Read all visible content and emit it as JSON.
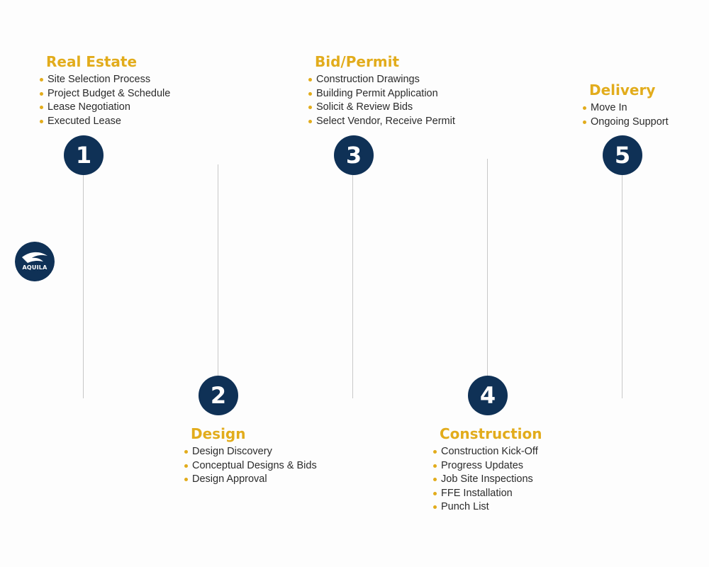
{
  "colors": {
    "navy": "#0f3156",
    "gold": "#e2ac1c",
    "line": "#c8c8c8"
  },
  "logo": {
    "text": "AQUILA",
    "icon": "eagle-wing-icon"
  },
  "steps": [
    {
      "number": "1",
      "title": "Real Estate",
      "items": [
        "Site Selection Process",
        "Project Budget & Schedule",
        "Lease Negotiation",
        "Executed Lease"
      ]
    },
    {
      "number": "2",
      "title": "Design",
      "items": [
        "Design Discovery",
        "Conceptual Designs & Bids",
        "Design Approval"
      ]
    },
    {
      "number": "3",
      "title": "Bid/Permit",
      "items": [
        "Construction Drawings",
        "Building Permit Application",
        "Solicit & Review Bids",
        "Select Vendor, Receive Permit"
      ]
    },
    {
      "number": "4",
      "title": "Construction",
      "items": [
        "Construction Kick-Off",
        "Progress Updates",
        "Job Site Inspections",
        "FFE Installation",
        "Punch List"
      ]
    },
    {
      "number": "5",
      "title": "Delivery",
      "items": [
        "Move In",
        "Ongoing Support"
      ]
    }
  ]
}
